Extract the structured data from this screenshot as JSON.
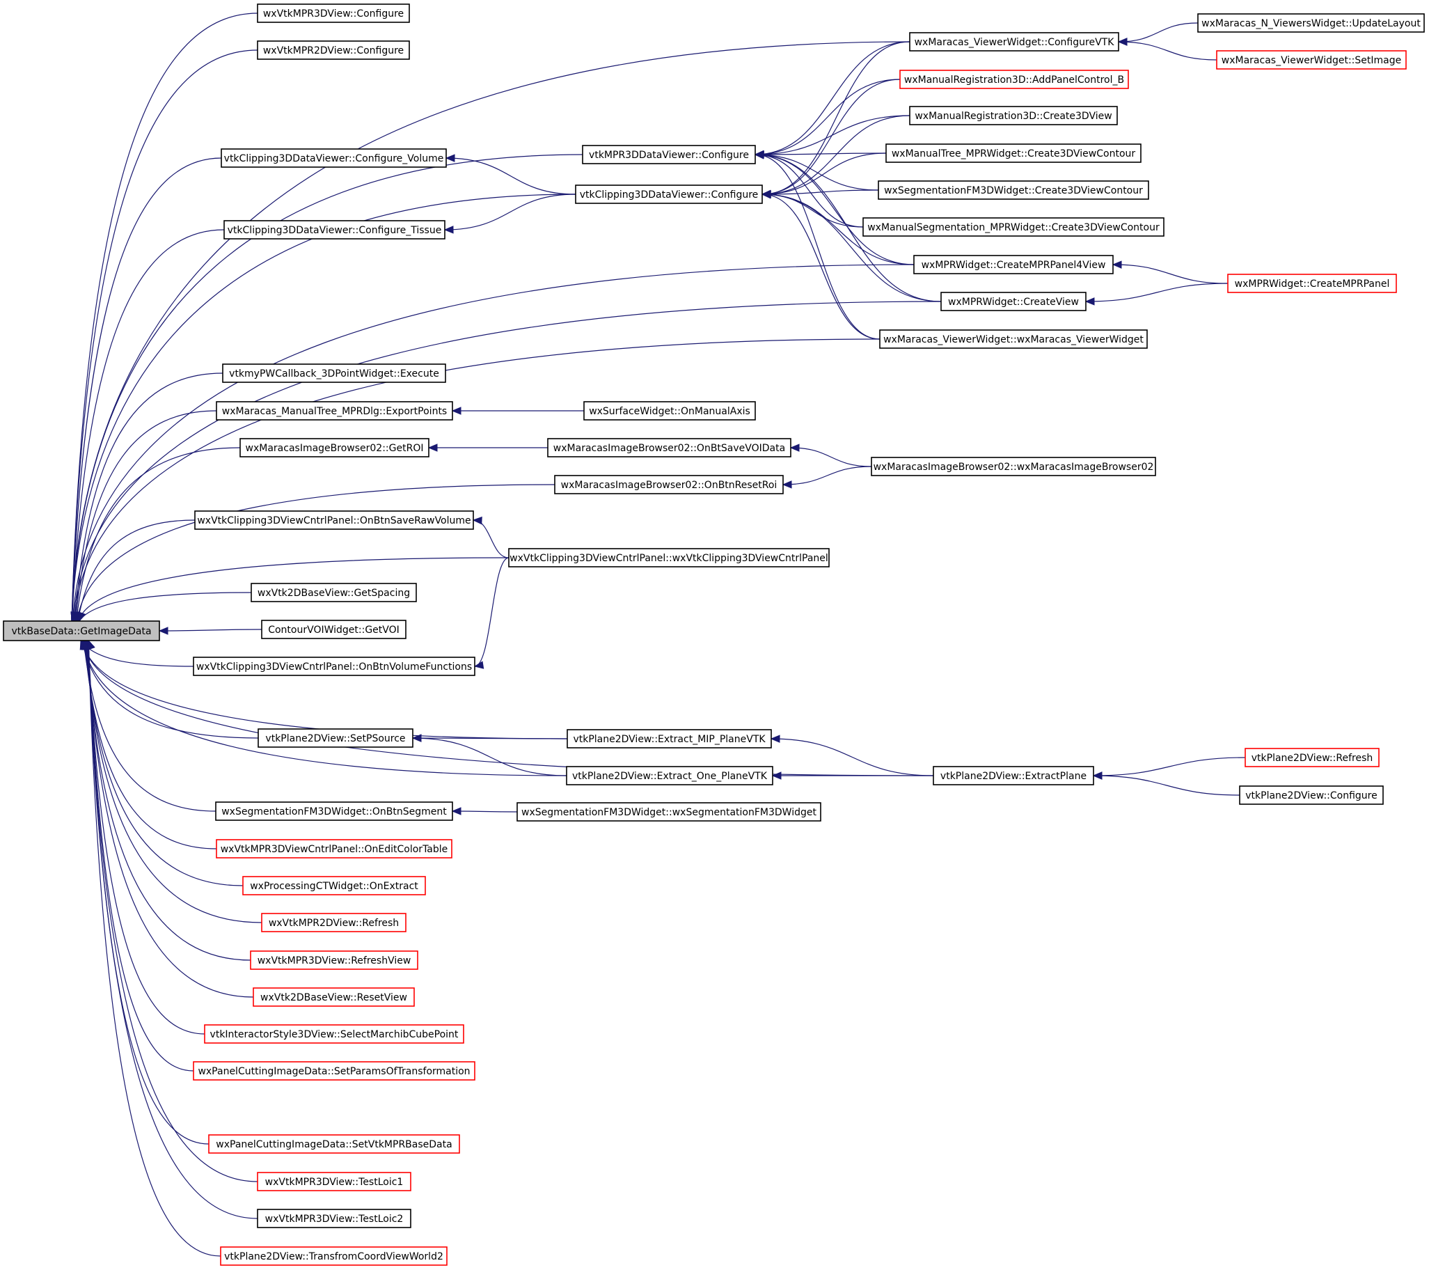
{
  "colors": {
    "edge": "#191970",
    "node_border": "#000000",
    "node_border_unexpanded": "#ff0000",
    "root_fill": "#bfbfbf",
    "node_fill": "#ffffff",
    "background": "#ffffff"
  },
  "root": {
    "id": "root",
    "label": "vtkBaseData::GetImageData"
  },
  "nodes": [
    {
      "id": "n_mpr3d_cfg",
      "label": "wxVtkMPR3DView::Configure",
      "style": "normal"
    },
    {
      "id": "n_mpr2d_cfg",
      "label": "wxVtkMPR2DView::Configure",
      "style": "normal"
    },
    {
      "id": "n_clip_vol",
      "label": "vtkClipping3DDataViewer::Configure_Volume",
      "style": "normal"
    },
    {
      "id": "n_clip_tis",
      "label": "vtkClipping3DDataViewer::Configure_Tissue",
      "style": "normal"
    },
    {
      "id": "n_execute",
      "label": "vtkmyPWCallback_3DPointWidget::Execute",
      "style": "normal"
    },
    {
      "id": "n_export",
      "label": "wxMaracas_ManualTree_MPRDlg::ExportPoints",
      "style": "normal"
    },
    {
      "id": "n_getroi",
      "label": "wxMaracasImageBrowser02::GetROI",
      "style": "normal"
    },
    {
      "id": "n_saveraw",
      "label": "wxVtkClipping3DViewCntrlPanel::OnBtnSaveRawVolume",
      "style": "normal"
    },
    {
      "id": "n_spacing",
      "label": "wxVtk2DBaseView::GetSpacing",
      "style": "normal"
    },
    {
      "id": "n_getvoi",
      "label": "ContourVOIWidget::GetVOI",
      "style": "normal"
    },
    {
      "id": "n_volfunc",
      "label": "wxVtkClipping3DViewCntrlPanel::OnBtnVolumeFunctions",
      "style": "normal"
    },
    {
      "id": "n_setps",
      "label": "vtkPlane2DView::SetPSource",
      "style": "normal"
    },
    {
      "id": "n_onseg",
      "label": "wxSegmentationFM3DWidget::OnBtnSegment",
      "style": "normal"
    },
    {
      "id": "n_editcolor",
      "label": "wxVtkMPR3DViewCntrlPanel::OnEditColorTable",
      "style": "red"
    },
    {
      "id": "n_onextract",
      "label": "wxProcessingCTWidget::OnExtract",
      "style": "red"
    },
    {
      "id": "n_mpr2d_refresh",
      "label": "wxVtkMPR2DView::Refresh",
      "style": "red"
    },
    {
      "id": "n_refreshview",
      "label": "wxVtkMPR3DView::RefreshView",
      "style": "red"
    },
    {
      "id": "n_resetview",
      "label": "wxVtk2DBaseView::ResetView",
      "style": "red"
    },
    {
      "id": "n_marchib",
      "label": "vtkInteractorStyle3DView::SelectMarchibCubePoint",
      "style": "red"
    },
    {
      "id": "n_params",
      "label": "wxPanelCuttingImageData::SetParamsOfTransformation",
      "style": "red"
    },
    {
      "id": "n_setvtkmpr",
      "label": "wxPanelCuttingImageData::SetVtkMPRBaseData",
      "style": "red"
    },
    {
      "id": "n_testloic1",
      "label": "wxVtkMPR3DView::TestLoic1",
      "style": "red"
    },
    {
      "id": "n_testloic2",
      "label": "wxVtkMPR3DView::TestLoic2",
      "style": "normal"
    },
    {
      "id": "n_transfrom",
      "label": "vtkPlane2DView::TransfromCoordViewWorld2",
      "style": "red"
    },
    {
      "id": "n_mpr3dviewer_cfg",
      "label": "vtkMPR3DDataViewer::Configure",
      "style": "normal"
    },
    {
      "id": "n_clip_cfg",
      "label": "vtkClipping3DDataViewer::Configure",
      "style": "normal"
    },
    {
      "id": "n_manualaxis",
      "label": "wxSurfaceWidget::OnManualAxis",
      "style": "normal"
    },
    {
      "id": "n_savevoi",
      "label": "wxMaracasImageBrowser02::OnBtSaveVOIData",
      "style": "normal"
    },
    {
      "id": "n_resetroi",
      "label": "wxMaracasImageBrowser02::OnBtnResetRoi",
      "style": "normal"
    },
    {
      "id": "n_clippanel",
      "label": "wxVtkClipping3DViewCntrlPanel::wxVtkClipping3DViewCntrlPanel",
      "style": "normal"
    },
    {
      "id": "n_extract_mip",
      "label": "vtkPlane2DView::Extract_MIP_PlaneVTK",
      "style": "normal"
    },
    {
      "id": "n_extract_one",
      "label": "vtkPlane2DView::Extract_One_PlaneVTK",
      "style": "normal"
    },
    {
      "id": "n_segwidget",
      "label": "wxSegmentationFM3DWidget::wxSegmentationFM3DWidget",
      "style": "normal"
    },
    {
      "id": "n_cfgvtk",
      "label": "wxMaracas_ViewerWidget::ConfigureVTK",
      "style": "normal"
    },
    {
      "id": "n_addpanel",
      "label": "wxManualRegistration3D::AddPanelControl_B",
      "style": "red"
    },
    {
      "id": "n_create3d",
      "label": "wxManualRegistration3D::Create3DView",
      "style": "normal"
    },
    {
      "id": "n_mtree",
      "label": "wxManualTree_MPRWidget::Create3DViewContour",
      "style": "normal"
    },
    {
      "id": "n_segfm",
      "label": "wxSegmentationFM3DWidget::Create3DViewContour",
      "style": "normal"
    },
    {
      "id": "n_mseg",
      "label": "wxManualSegmentation_MPRWidget::Create3DViewContour",
      "style": "normal"
    },
    {
      "id": "n_panel4",
      "label": "wxMPRWidget::CreateMPRPanel4View",
      "style": "normal"
    },
    {
      "id": "n_createview",
      "label": "wxMPRWidget::CreateView",
      "style": "normal"
    },
    {
      "id": "n_viewerwidget",
      "label": "wxMaracas_ViewerWidget::wxMaracas_ViewerWidget",
      "style": "normal"
    },
    {
      "id": "n_browser",
      "label": "wxMaracasImageBrowser02::wxMaracasImageBrowser02",
      "style": "normal"
    },
    {
      "id": "n_extractplane",
      "label": "vtkPlane2DView::ExtractPlane",
      "style": "normal"
    },
    {
      "id": "n_updatelayout",
      "label": "wxMaracas_N_ViewersWidget::UpdateLayout",
      "style": "normal"
    },
    {
      "id": "n_setimage",
      "label": "wxMaracas_ViewerWidget::SetImage",
      "style": "red"
    },
    {
      "id": "n_mprpanel",
      "label": "wxMPRWidget::CreateMPRPanel",
      "style": "red"
    },
    {
      "id": "n_p2d_refresh",
      "label": "vtkPlane2DView::Refresh",
      "style": "red"
    },
    {
      "id": "n_p2d_cfg",
      "label": "vtkPlane2DView::Configure",
      "style": "normal"
    }
  ],
  "edges": [
    [
      "root",
      "n_mpr3d_cfg"
    ],
    [
      "root",
      "n_mpr2d_cfg"
    ],
    [
      "root",
      "n_cfgvtk"
    ],
    [
      "root",
      "n_mpr3dviewer_cfg"
    ],
    [
      "root",
      "n_clip_vol"
    ],
    [
      "root",
      "n_clip_cfg"
    ],
    [
      "root",
      "n_clip_tis"
    ],
    [
      "root",
      "n_panel4"
    ],
    [
      "root",
      "n_createview"
    ],
    [
      "root",
      "n_viewerwidget"
    ],
    [
      "root",
      "n_execute"
    ],
    [
      "root",
      "n_export"
    ],
    [
      "root",
      "n_getroi"
    ],
    [
      "root",
      "n_resetroi"
    ],
    [
      "root",
      "n_saveraw"
    ],
    [
      "root",
      "n_clippanel"
    ],
    [
      "root",
      "n_spacing"
    ],
    [
      "root",
      "n_getvoi"
    ],
    [
      "root",
      "n_volfunc"
    ],
    [
      "root",
      "n_extract_mip"
    ],
    [
      "root",
      "n_setps"
    ],
    [
      "root",
      "n_extract_one"
    ],
    [
      "root",
      "n_onseg"
    ],
    [
      "root",
      "n_editcolor"
    ],
    [
      "root",
      "n_onextract"
    ],
    [
      "root",
      "n_mpr2d_refresh"
    ],
    [
      "root",
      "n_refreshview"
    ],
    [
      "root",
      "n_resetview"
    ],
    [
      "root",
      "n_marchib"
    ],
    [
      "root",
      "n_params"
    ],
    [
      "root",
      "n_extractplane"
    ],
    [
      "root",
      "n_setvtkmpr"
    ],
    [
      "root",
      "n_testloic1"
    ],
    [
      "root",
      "n_testloic2"
    ],
    [
      "root",
      "n_transfrom"
    ],
    [
      "n_clip_vol",
      "n_clip_cfg"
    ],
    [
      "n_clip_tis",
      "n_clip_cfg"
    ],
    [
      "n_mpr3dviewer_cfg",
      "n_cfgvtk"
    ],
    [
      "n_mpr3dviewer_cfg",
      "n_addpanel"
    ],
    [
      "n_mpr3dviewer_cfg",
      "n_create3d"
    ],
    [
      "n_mpr3dviewer_cfg",
      "n_mtree"
    ],
    [
      "n_mpr3dviewer_cfg",
      "n_segfm"
    ],
    [
      "n_mpr3dviewer_cfg",
      "n_mseg"
    ],
    [
      "n_mpr3dviewer_cfg",
      "n_panel4"
    ],
    [
      "n_mpr3dviewer_cfg",
      "n_createview"
    ],
    [
      "n_mpr3dviewer_cfg",
      "n_viewerwidget"
    ],
    [
      "n_clip_cfg",
      "n_cfgvtk"
    ],
    [
      "n_clip_cfg",
      "n_addpanel"
    ],
    [
      "n_clip_cfg",
      "n_create3d"
    ],
    [
      "n_clip_cfg",
      "n_mtree"
    ],
    [
      "n_clip_cfg",
      "n_segfm"
    ],
    [
      "n_clip_cfg",
      "n_mseg"
    ],
    [
      "n_clip_cfg",
      "n_panel4"
    ],
    [
      "n_clip_cfg",
      "n_createview"
    ],
    [
      "n_clip_cfg",
      "n_viewerwidget"
    ],
    [
      "n_cfgvtk",
      "n_updatelayout"
    ],
    [
      "n_cfgvtk",
      "n_setimage"
    ],
    [
      "n_panel4",
      "n_mprpanel"
    ],
    [
      "n_createview",
      "n_mprpanel"
    ],
    [
      "n_export",
      "n_manualaxis"
    ],
    [
      "n_getroi",
      "n_savevoi"
    ],
    [
      "n_savevoi",
      "n_browser"
    ],
    [
      "n_resetroi",
      "n_browser"
    ],
    [
      "n_saveraw",
      "n_clippanel"
    ],
    [
      "n_volfunc",
      "n_clippanel"
    ],
    [
      "n_setps",
      "n_extract_mip"
    ],
    [
      "n_setps",
      "n_extract_one"
    ],
    [
      "n_extract_mip",
      "n_extractplane"
    ],
    [
      "n_extract_one",
      "n_extractplane"
    ],
    [
      "n_extractplane",
      "n_p2d_refresh"
    ],
    [
      "n_extractplane",
      "n_p2d_cfg"
    ],
    [
      "n_onseg",
      "n_segwidget"
    ]
  ]
}
